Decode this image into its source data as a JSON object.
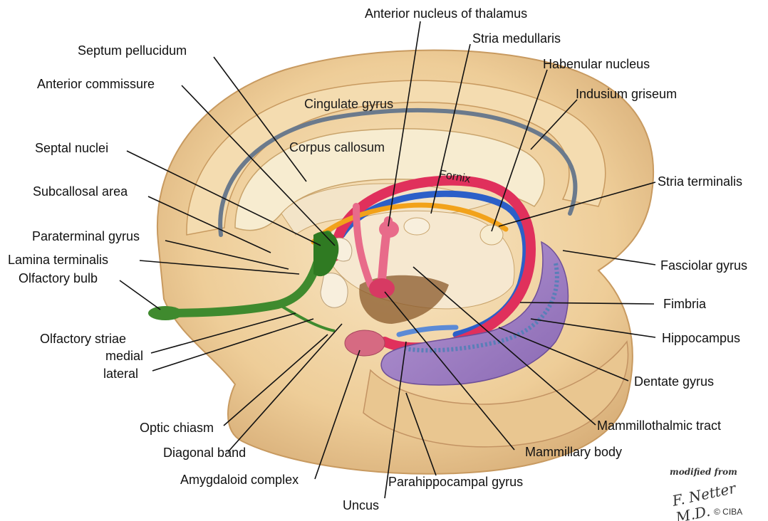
{
  "labels": {
    "anterior_nucleus_of_thalamus": "Anterior nucleus of thalamus",
    "stria_medullaris": "Stria medullaris",
    "septum_pellucidum": "Septum pellucidum",
    "habenular_nucleus": "Habenular nucleus",
    "anterior_commissure": "Anterior commissure",
    "indusium_griseum": "Indusium griseum",
    "cingulate_gyrus": "Cingulate gyrus",
    "septal_nuclei": "Septal nuclei",
    "corpus_callosum": "Corpus callosum",
    "fornix": "Fornix",
    "stria_terminalis": "Stria terminalis",
    "subcallosal_area": "Subcallosal area",
    "paraterminal_gyrus": "Paraterminal gyrus",
    "lamina_terminalis": "Lamina terminalis",
    "fasciolar_gyrus": "Fasciolar gyrus",
    "olfactory_bulb": "Olfactory bulb",
    "fimbria": "Fimbria",
    "hippocampus": "Hippocampus",
    "olfactory_striae": "Olfactory striae",
    "medial": "medial",
    "lateral": "lateral",
    "dentate_gyrus": "Dentate gyrus",
    "mammillothalmic_tract": "Mammillothalmic tract",
    "optic_chiasm": "Optic chiasm",
    "diagonal_band": "Diagonal band",
    "mammillary_body": "Mammillary body",
    "amygdaloid_complex": "Amygdaloid complex",
    "parahippocampal_gyrus": "Parahippocampal gyrus",
    "uncus": "Uncus"
  },
  "credit": {
    "modified_from": "modified from",
    "signature": "F. Netter M.D.",
    "copyright": "© CIBA"
  },
  "colors": {
    "brain_tan": "#f1d6aa",
    "corpus_callosum": "#f7ecd0",
    "fornix": "#e0305c",
    "stria_terminalis": "#f2a21a",
    "stria_medullaris_tract": "#2c5fc8",
    "hippocampus_purple": "#9c7cc0",
    "olfactory_green": "#3f8a2e"
  }
}
